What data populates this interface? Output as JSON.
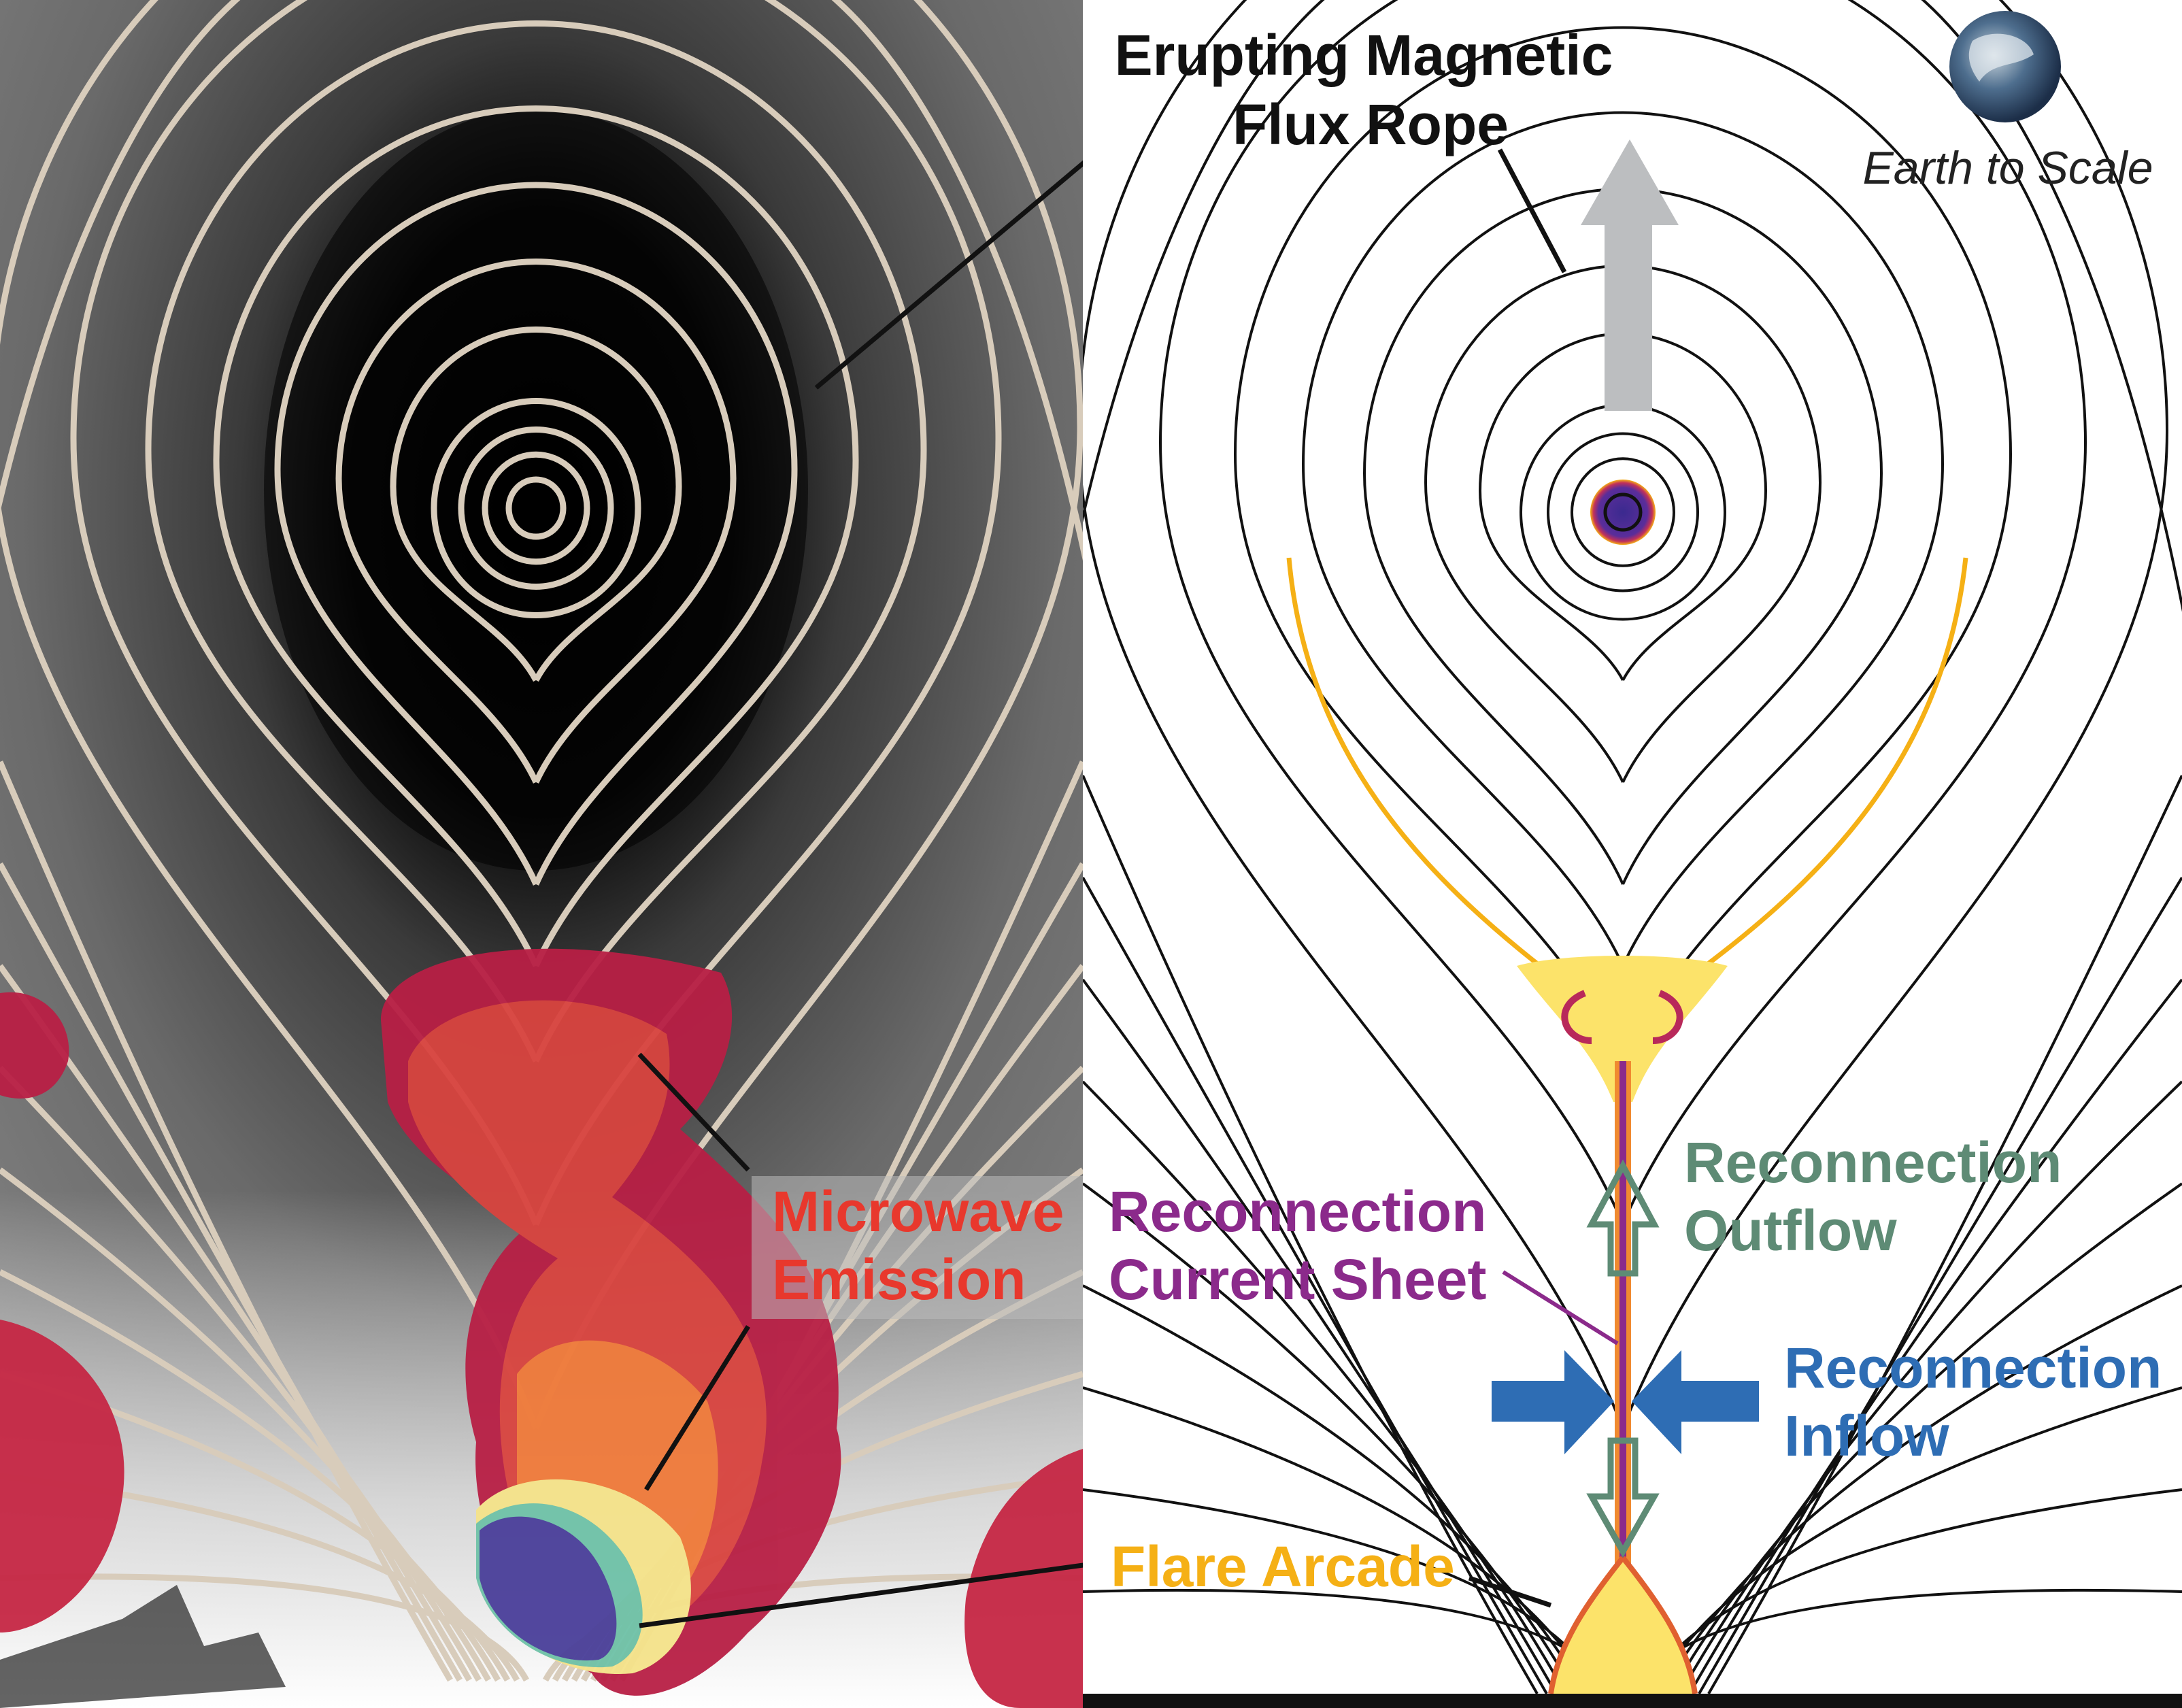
{
  "left_panel": {
    "label_microwave": {
      "line1": "Microwave",
      "line2": "Emission"
    }
  },
  "right_panel": {
    "label_flux_rope": {
      "line1": "Erupting Magnetic",
      "line2": "Flux Rope"
    },
    "label_earth": "Earth to Scale",
    "label_current_sheet": {
      "line1": "Reconnection",
      "line2": "Current Sheet"
    },
    "label_outflow": {
      "line1": "Reconnection",
      "line2": "Outflow"
    },
    "label_inflow": {
      "line1": "Reconnection",
      "line2": "Inflow"
    },
    "label_flare_arcade": "Flare Arcade"
  },
  "colors": {
    "microwave": "#e8382d",
    "current_sheet": "#8b2a8b",
    "outflow": "#5e8b75",
    "inflow": "#2e6db4",
    "flare_arcade": "#f5b015",
    "eruption_arrow": "#bcbec0",
    "field_line_left": "#d8ccbb",
    "field_line_right": "#111111"
  }
}
